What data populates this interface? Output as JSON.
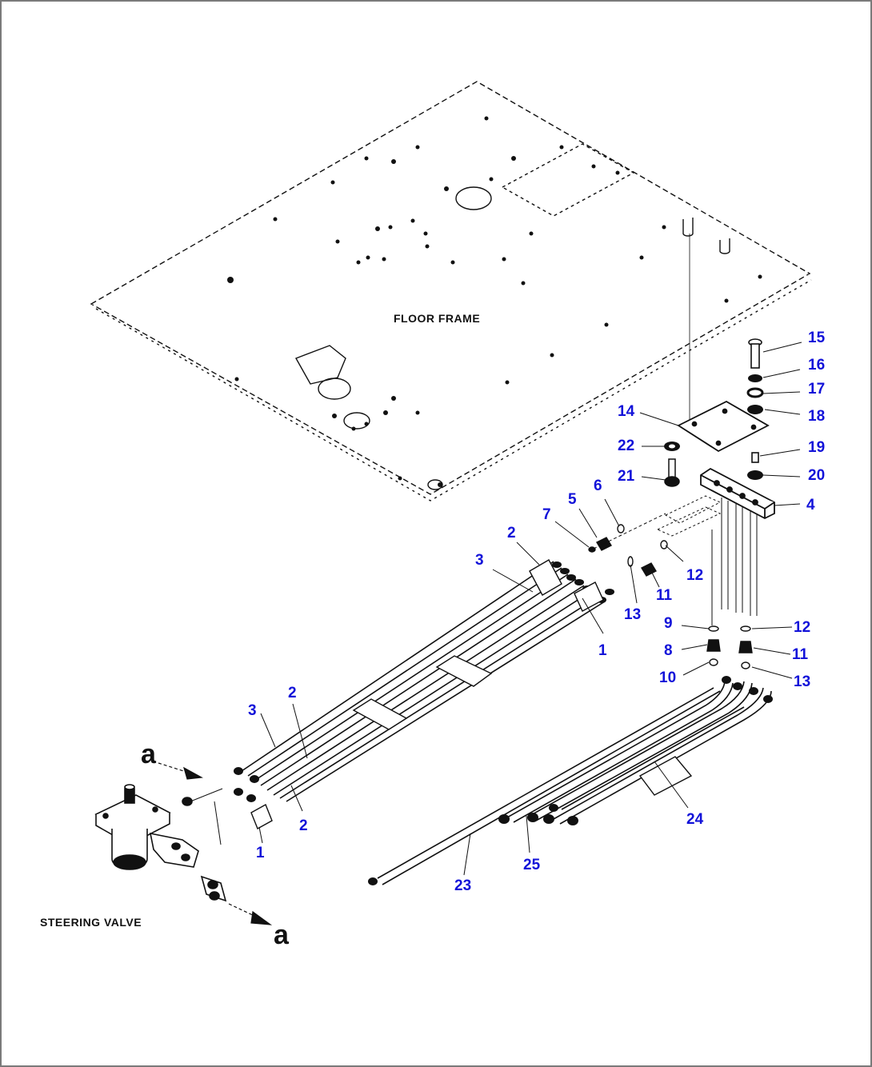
{
  "colors": {
    "label": "#1212d9",
    "line": "#111111",
    "border": "#7a7a7a"
  },
  "captions": {
    "floor_frame": "FLOOR FRAME",
    "steering_valve": "STEERING VALVE",
    "arrow_top": "a",
    "arrow_bottom": "a"
  },
  "part_numbers": {
    "p15": "15",
    "p16": "16",
    "p17": "17",
    "p18": "18",
    "p14": "14",
    "p22": "22",
    "p19": "19",
    "p21": "21",
    "p20": "20",
    "p6": "6",
    "p5": "5",
    "p7": "7",
    "p4": "4",
    "p2_top": "2",
    "p3_top": "3",
    "p12_a": "12",
    "p11_a": "11",
    "p13_a": "13",
    "p1_top": "1",
    "p9": "9",
    "p12_b": "12",
    "p8": "8",
    "p11_b": "11",
    "p10": "10",
    "p13_b": "13",
    "p2_mid": "2",
    "p3_left": "3",
    "p2_low": "2",
    "p1_low": "1",
    "p24": "24",
    "p25": "25",
    "p23": "23"
  }
}
